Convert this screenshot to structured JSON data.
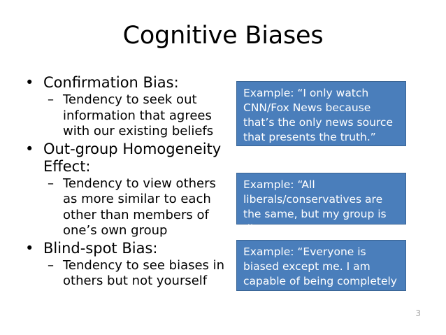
{
  "slide": {
    "title": "Cognitive Biases",
    "number": "3",
    "accent_color": "#4a7ebb",
    "accent_border_color": "#3a6595",
    "background_color": "#ffffff",
    "text_color": "#000000"
  },
  "bullets": [
    {
      "marker": "•",
      "text": "Confirmation Bias:",
      "sub": [
        {
          "marker": "–",
          "text": "Tendency to seek out information that agrees with our existing beliefs"
        }
      ]
    },
    {
      "marker": "•",
      "text": "Out-group Homogeneity Effect:",
      "sub": [
        {
          "marker": "–",
          "text": "Tendency to view others as more similar to each other than members of one’s own group"
        }
      ]
    },
    {
      "marker": "•",
      "text": "Blind-spot Bias:",
      "sub": [
        {
          "marker": "–",
          "text": "Tendency to see biases in others but not yourself"
        }
      ]
    }
  ],
  "examples": [
    {
      "text": "Example: “I only watch CNN/Fox News because that’s the only news source that presents the truth.”"
    },
    {
      "text": "Example: “All liberals/conservatives are the same, but my group is diverse.”"
    },
    {
      "text": "Example: “Everyone is biased except me. I am capable of being completely objective.”"
    }
  ]
}
